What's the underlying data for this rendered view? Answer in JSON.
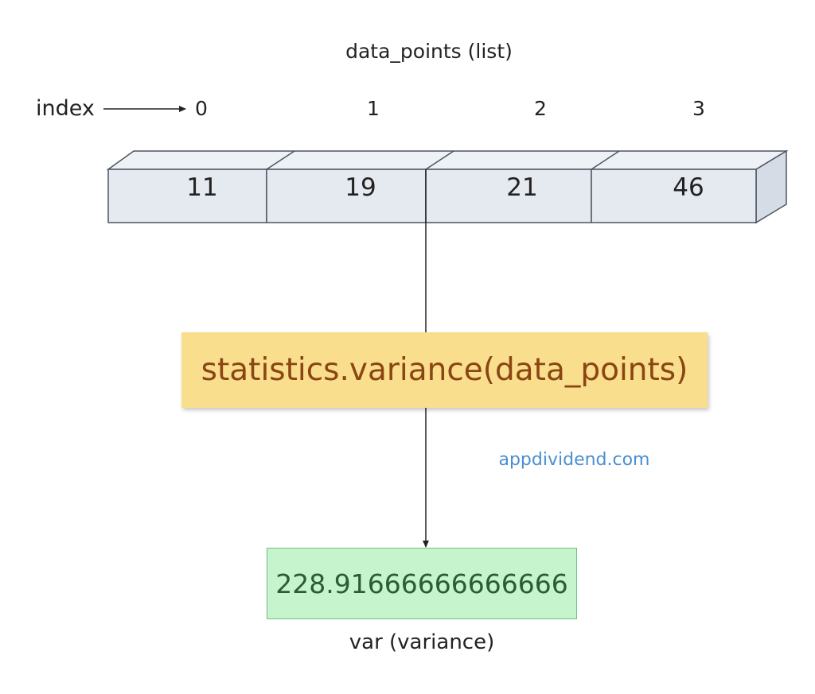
{
  "list_title": "data_points (list)",
  "index_label": "index",
  "indices": [
    "0",
    "1",
    "2",
    "3"
  ],
  "values": [
    "11",
    "19",
    "21",
    "46"
  ],
  "function_call": "statistics.variance(data_points)",
  "watermark": "appdividend.com",
  "result": "228.91666666666666",
  "result_label": "var (variance)",
  "colors": {
    "cell_fill": "#e5e9f0",
    "cell_top": "#eef1f6",
    "cell_side": "#d6dce5",
    "cell_stroke": "#4d5561",
    "function_fill": "#f8de8d",
    "function_text": "#8b4513",
    "result_fill": "#c6f4cd",
    "result_border": "#6fc07f",
    "result_text": "#2a5d33",
    "watermark": "#4a8fd0"
  }
}
